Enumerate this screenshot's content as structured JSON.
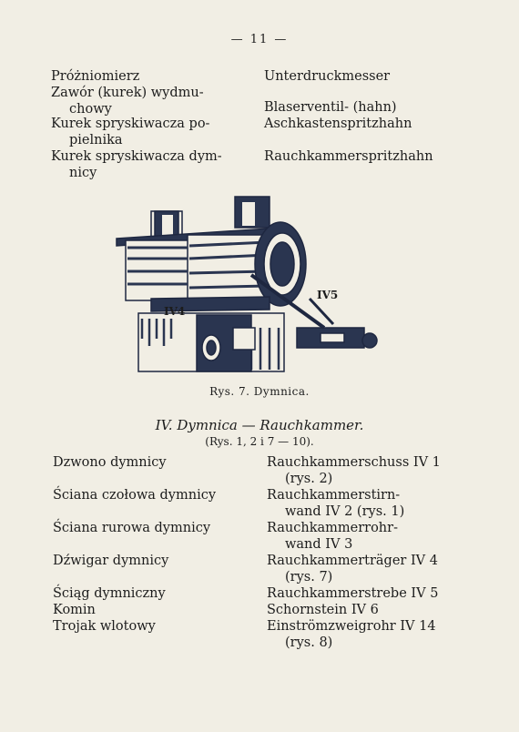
{
  "page_number": "— 11 —",
  "top_entries": [
    {
      "pl": [
        "Próżniomierz"
      ],
      "de": [
        "Unterdruckmesser"
      ]
    },
    {
      "pl": [
        "Zawór (kurek) wydmu-",
        "chowy"
      ],
      "de": [
        "Blaserventil- (hahn)"
      ]
    },
    {
      "pl": [
        "Kurek spryskiwacza po-",
        "pielnika"
      ],
      "de": [
        "Aschkastenspritzhahn"
      ]
    },
    {
      "pl": [
        "Kurek spryskiwacza dym-",
        "nicy"
      ],
      "de": [
        "Rauchkammerspritzhahn"
      ]
    }
  ],
  "figure": {
    "labels": {
      "iv4": "IV4",
      "iv5": "IV5"
    },
    "caption": "Rys. 7. Dymnica."
  },
  "section": {
    "heading": "IV. Dymnica — Rauchkammer.",
    "subheading": "(Rys. 1, 2 i 7 — 10)."
  },
  "entries": [
    {
      "pl": "Dzwono dymnicy",
      "de": [
        "Rauchkammerschuss IV 1",
        "(rys. 2)"
      ]
    },
    {
      "pl": "Ściana czołowa dymnicy",
      "de": [
        "Rauchkammerstirn-",
        "wand IV 2 (rys. 1)"
      ]
    },
    {
      "pl": "Ściana rurowa dymnicy",
      "de": [
        "Rauchkammerrohr-",
        "wand IV 3"
      ]
    },
    {
      "pl": "Dźwigar dymnicy",
      "de": [
        "Rauchkammerträger IV 4",
        "(rys. 7)"
      ]
    },
    {
      "pl": "Ściąg dymniczny",
      "de": [
        "Rauchkammerstrebe IV 5"
      ]
    },
    {
      "pl": "Komin",
      "de": [
        "Schornstein IV 6"
      ]
    },
    {
      "pl": "Trojak wlotowy",
      "de": [
        "Einströmzweigrohr IV 14",
        "(rys. 8)"
      ]
    }
  ]
}
